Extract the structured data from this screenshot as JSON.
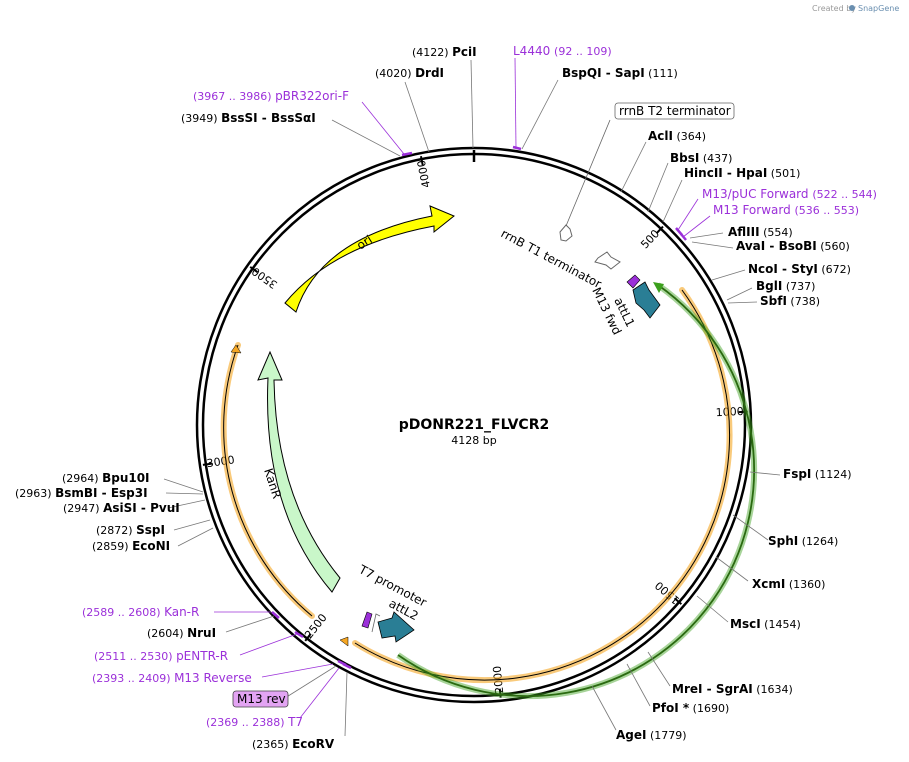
{
  "credit": {
    "text": "Created by",
    "brand": "SnapGene"
  },
  "plasmid": {
    "name": "pDONR221_FLVCR2",
    "size": "4128 bp"
  },
  "ticks": [
    "500",
    "1000",
    "1500",
    "2000",
    "2500",
    "3000",
    "3500",
    "4000"
  ],
  "enzymes": [
    {
      "num": "(4122)",
      "name": "PciI"
    },
    {
      "num": "(4020)",
      "name": "DrdI"
    },
    {
      "num": "(3949)",
      "name": "BssSI",
      "name2": "BssSαI"
    },
    {
      "num": "(111)",
      "name": "BspQI",
      "name2": "SapI"
    },
    {
      "num": "(364)",
      "name": "AclI"
    },
    {
      "num": "(437)",
      "name": "BbsI"
    },
    {
      "num": "(501)",
      "name": "HincII",
      "name2": "HpaI"
    },
    {
      "num": "(554)",
      "name": "AflIII"
    },
    {
      "num": "(560)",
      "name": "AvaI",
      "name2": "BsoBI"
    },
    {
      "num": "(672)",
      "name": "NcoI",
      "name2": "StyI"
    },
    {
      "num": "(737)",
      "name": "BglI"
    },
    {
      "num": "(738)",
      "name": "SbfI"
    },
    {
      "num": "(1124)",
      "name": "FspI"
    },
    {
      "num": "(1264)",
      "name": "SphI"
    },
    {
      "num": "(1360)",
      "name": "XcmI"
    },
    {
      "num": "(1454)",
      "name": "MscI"
    },
    {
      "num": "(1634)",
      "name": "MreI",
      "name2": "SgrAI"
    },
    {
      "num": "(1690)",
      "name": "PfoI *"
    },
    {
      "num": "(1779)",
      "name": "AgeI"
    },
    {
      "num": "(2365)",
      "name": "EcoRV"
    },
    {
      "num": "(2604)",
      "name": "NruI"
    },
    {
      "num": "(2859)",
      "name": "EcoNI"
    },
    {
      "num": "(2872)",
      "name": "SspI"
    },
    {
      "num": "(2947)",
      "name": "AsiSI",
      "name2": "PvuI"
    },
    {
      "num": "(2963)",
      "name": "BsmBI",
      "name2": "Esp3I"
    },
    {
      "num": "(2964)",
      "name": "Bpu10I"
    }
  ],
  "primers": [
    {
      "name": "L4440",
      "range": "(92 .. 109)"
    },
    {
      "name": "pBR322ori-F",
      "range": "(3967 .. 3986)"
    },
    {
      "name": "M13/pUC Forward",
      "range": "(522 .. 544)"
    },
    {
      "name": "M13 Forward",
      "range": "(536 .. 553)"
    },
    {
      "name": "Kan-R",
      "range": "(2589 .. 2608)"
    },
    {
      "name": "pENTR-R",
      "range": "(2511 .. 2530)"
    },
    {
      "name": "M13 Reverse",
      "range": "(2393 .. 2409)"
    },
    {
      "name": "T7",
      "range": "(2369 .. 2388)"
    }
  ],
  "boxed_labels": {
    "rrnb_t2": "rrnB T2 terminator",
    "m13_rev": "M13 rev"
  },
  "features": {
    "ori": "ori",
    "kanr": "KanR",
    "rrnb_t1": "rrnB T1 terminator",
    "m13_fwd": "M13 fwd",
    "attl1": "attL1",
    "t7_promoter": "T7 promoter",
    "attl2": "attL2"
  },
  "colors": {
    "ori": "#ffff00",
    "kanr": "#c9f7c9",
    "att": "#2a7e95",
    "primer": "#9b30d9",
    "orange": "#f5a623",
    "green": "#3ca01c",
    "m13_rev_box": "#e3a4f3"
  }
}
